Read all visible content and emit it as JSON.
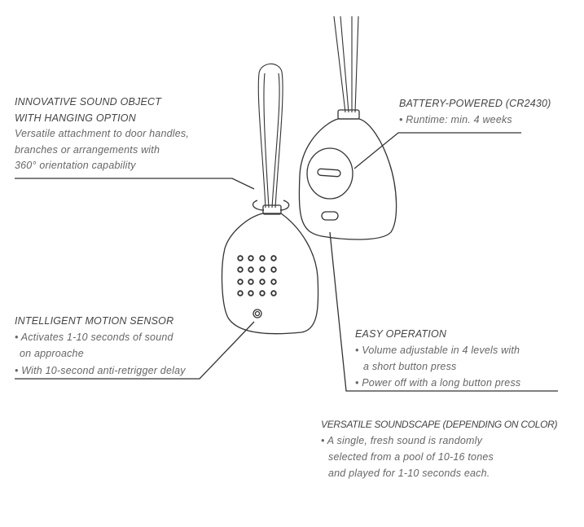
{
  "callouts": {
    "hanging": {
      "title_line1": "INNOVATIVE SOUND OBJECT",
      "title_line2": "WITH HANGING OPTION",
      "body": [
        "Versatile attachment to door handles,",
        "branches or arrangements with",
        "360° orientation capability"
      ]
    },
    "battery": {
      "title": "BATTERY-POWERED (CR2430)",
      "bullets": [
        "• Runtime: min. 4 weeks"
      ]
    },
    "motion": {
      "title": "INTELLIGENT MOTION SENSOR",
      "bullets": [
        "• Activates 1-10 seconds of sound",
        "on approache",
        "• With 10-second anti-retrigger delay"
      ]
    },
    "operation": {
      "title": "EASY OPERATION",
      "bullets": [
        "• Volume adjustable in 4 levels with",
        "a short button press",
        "• Power off with a long button press"
      ]
    },
    "soundscape": {
      "title": "VERSATILE SOUNDSCAPE (DEPENDING ON COLOR)",
      "bullets": [
        "• A single, fresh sound is randomly",
        "selected from a pool of 10-16 tones",
        "and played for 1-10 seconds each."
      ]
    }
  },
  "colors": {
    "line": "#333333",
    "title": "#444444",
    "body": "#666666"
  }
}
